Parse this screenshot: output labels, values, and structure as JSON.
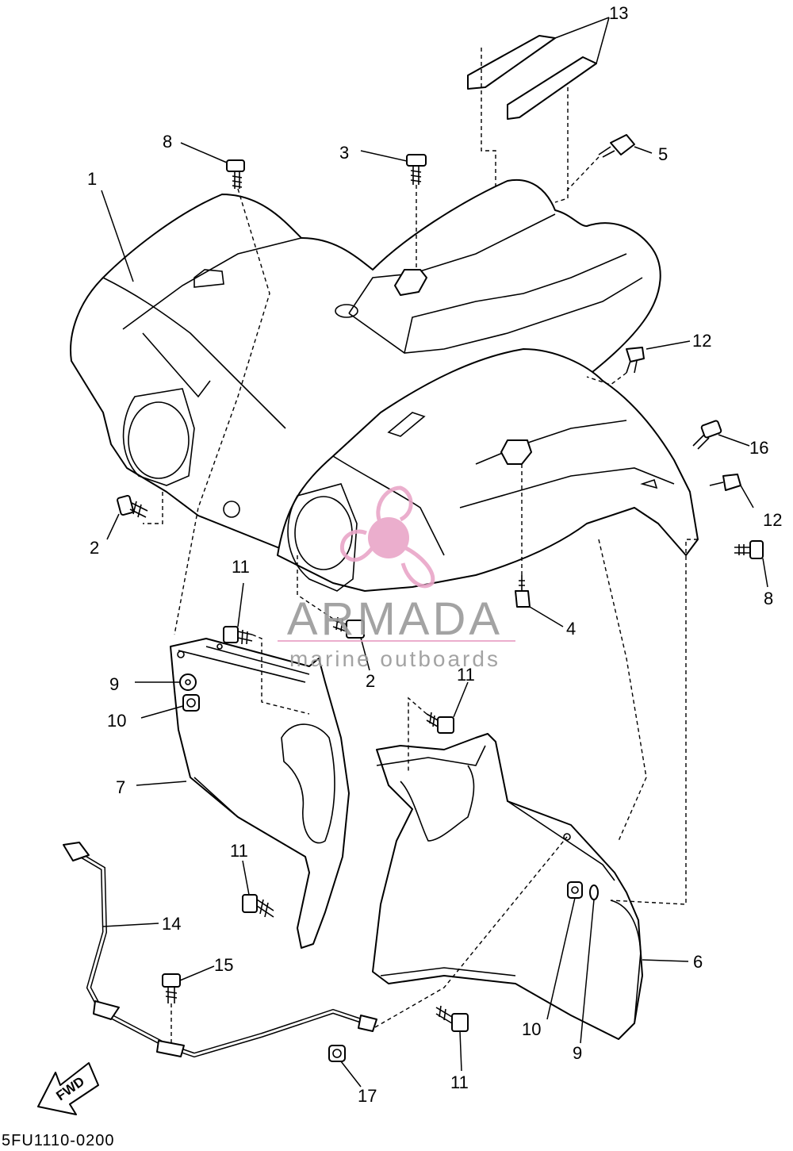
{
  "diagram": {
    "code": "5FU1110-0200",
    "direction_label": "FWD",
    "callouts": [
      {
        "id": "1",
        "label": "1"
      },
      {
        "id": "2a",
        "label": "2"
      },
      {
        "id": "2b",
        "label": "2"
      },
      {
        "id": "3",
        "label": "3"
      },
      {
        "id": "4",
        "label": "4"
      },
      {
        "id": "5",
        "label": "5"
      },
      {
        "id": "6",
        "label": "6"
      },
      {
        "id": "7",
        "label": "7"
      },
      {
        "id": "8a",
        "label": "8"
      },
      {
        "id": "8b",
        "label": "8"
      },
      {
        "id": "9a",
        "label": "9"
      },
      {
        "id": "9b",
        "label": "9"
      },
      {
        "id": "10a",
        "label": "10"
      },
      {
        "id": "10b",
        "label": "10"
      },
      {
        "id": "11a",
        "label": "11"
      },
      {
        "id": "11b",
        "label": "11"
      },
      {
        "id": "11c",
        "label": "11"
      },
      {
        "id": "11d",
        "label": "11"
      },
      {
        "id": "12a",
        "label": "12"
      },
      {
        "id": "12b",
        "label": "12"
      },
      {
        "id": "13",
        "label": "13"
      },
      {
        "id": "14",
        "label": "14"
      },
      {
        "id": "15",
        "label": "15"
      },
      {
        "id": "16",
        "label": "16"
      },
      {
        "id": "17",
        "label": "17"
      }
    ]
  },
  "watermark": {
    "title": "ARMADA",
    "subtitle": "marine outboards",
    "color": "#e9a6c8"
  }
}
